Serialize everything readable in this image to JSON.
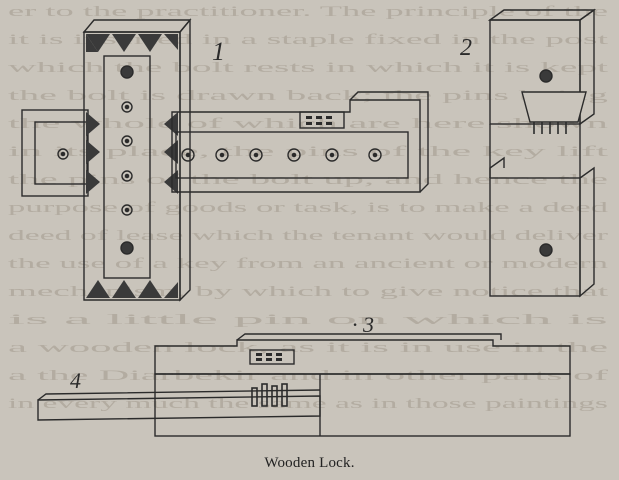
{
  "figure": {
    "caption": "Wooden Lock.",
    "labels": {
      "fig1": "1",
      "fig2": "2",
      "fig3": "· 3",
      "fig4": "4"
    }
  },
  "colors": {
    "paper": "#c9c4bb",
    "ink": "#2b2b2b",
    "shade": "#3a3a3a",
    "bleed_text": "#b3aca1"
  },
  "bleed_through_text": [
    "er to the practitioner. The principle of the",
    "it is inserted in a staple fixed in the post",
    "which the bolt rests in which it is kept",
    "the bolt is drawn back; the pins being",
    "the whole of which are here shown",
    "in its place, the pins of the key lift",
    "the pins of the bolt up, and hence the",
    "purpose of goods or task, is to make a deed",
    "deed of lease which the tenant would deliver",
    "the use of a key from an ancient or modern",
    "mechanism, by which to give notice that",
    "is a little pin on which is",
    "a wooden lock, as it is in use in the",
    "a the Diarbekir and in other parts of",
    "in every much the same as in those paintings"
  ]
}
